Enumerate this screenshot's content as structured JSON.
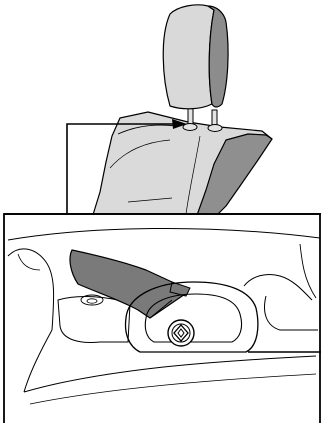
{
  "figure": {
    "type": "technical-illustration",
    "subject": "seat-headrest-removal",
    "callout": "headrest-guide-release-button",
    "labels": [],
    "colors": {
      "headrest_light": "#d9d9d9",
      "headrest_dark": "#8c8c8c",
      "seat_light": "#dadada",
      "seat_dark": "#8f8f8f",
      "stem": "#e4e4e4",
      "tool": "#7a7a7a",
      "line": "#000000",
      "background": "#ffffff"
    }
  }
}
